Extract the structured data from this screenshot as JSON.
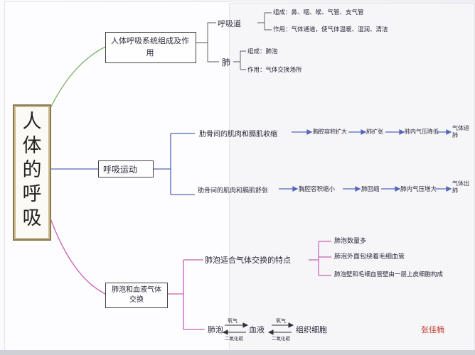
{
  "root": {
    "label": "人体的呼吸"
  },
  "branch1": {
    "title": "人体呼吸系统组成及作用",
    "respiratory_tract": {
      "label": "呼吸道",
      "composition": "组成：鼻、咽、喉、气管、支气管",
      "function": "作用：气体通道，使气体温暖、湿润、清洁"
    },
    "lung": {
      "label": "肺",
      "composition": "组成：肺泡",
      "function": "作用：气体交换场所"
    }
  },
  "branch2": {
    "title": "呼吸运动",
    "inhale": {
      "cause": "肋骨间的肌肉和膈肌收缩",
      "step1": "胸腔容积扩大",
      "step2": "肺扩张",
      "step3": "肺内气压降低",
      "result": "气体进肺"
    },
    "exhale": {
      "cause": "肋骨间的肌肉和膈肌舒张",
      "step1": "胸腔容积缩小",
      "step2": "肺回缩",
      "step3": "肺内气压增大",
      "result": "气体出肺"
    }
  },
  "branch3": {
    "title": "肺泡和血液气体交换",
    "features_heading": "肺泡适合气体交换的特点",
    "features": [
      "肺泡数量多",
      "肺泡外面包绕着毛细血管",
      "肺泡壁和毛细血管壁由一层上皮细胞构成"
    ],
    "exchange": {
      "alveoli": "肺泡",
      "blood": "血液",
      "tissue": "组织细胞",
      "oxygen": "氧气",
      "co2": "二氧化碳"
    }
  },
  "signature": "张佳楠",
  "colors": {
    "branch1": "#7fb069",
    "branch2": "#5566b8",
    "branch3": "#c85fb0",
    "signature": "#c0392b"
  }
}
